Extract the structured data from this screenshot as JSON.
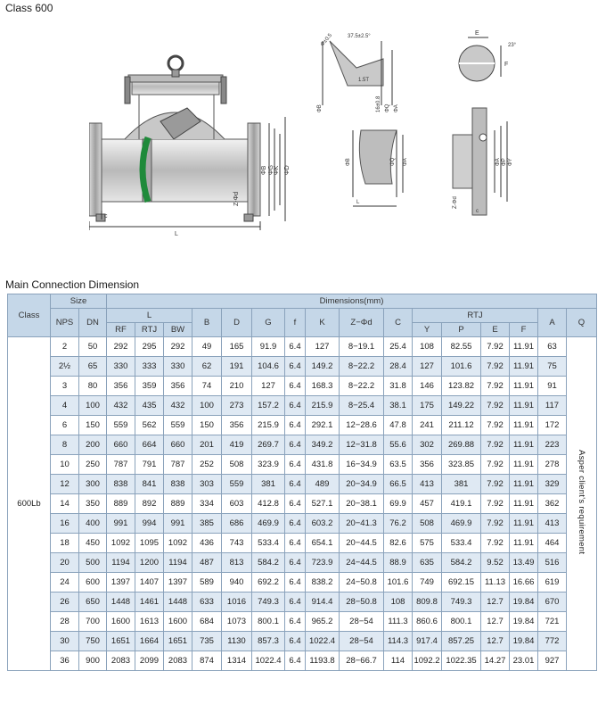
{
  "page_title": "Class 600",
  "drawing": {
    "labels": {
      "c": "c",
      "L_main": "L",
      "fd": "Z-Φd",
      "side_labels": [
        "ΦB",
        "ΦG",
        "ΦK",
        "ΦD"
      ],
      "angle": "37.5±2.5°",
      "angle_b": "Φ±0.5",
      "t": "1.5T",
      "dim_16": "16±0.8",
      "phiQ": "ΦQ",
      "phiA": "ΦA",
      "phiB2": "ΦB",
      "E": "E",
      "F": "F",
      "deg23": "23°",
      "L_bw": "L",
      "phiB3": "ΦB",
      "phiQ3": "ΦQ",
      "phiA3": "ΦA",
      "c2": "c",
      "fd2": "Z-Φd",
      "rtj": [
        "ΦA",
        "ΦP",
        "ΦY"
      ]
    }
  },
  "section_title": "Main Connection Dimension",
  "table": {
    "header": {
      "class": "Class",
      "size": "Size",
      "dimensions": "Dimensions(mm)",
      "nps": "NPS",
      "dn": "DN",
      "L": "L",
      "rf": "RF",
      "rtj_l": "RTJ",
      "bw": "BW",
      "B": "B",
      "D": "D",
      "G": "G",
      "f": "f",
      "K": "K",
      "zd": "Z−Φd",
      "C": "C",
      "rtj": "RTJ",
      "Y": "Y",
      "P": "P",
      "E": "E",
      "F": "F",
      "A": "A",
      "Q": "Q"
    },
    "class_value": "600Lb",
    "q_value": "Asper client's requirement",
    "rows": [
      [
        "2",
        "50",
        "292",
        "295",
        "292",
        "49",
        "165",
        "91.9",
        "6.4",
        "127",
        "8−19.1",
        "25.4",
        "108",
        "82.55",
        "7.92",
        "11.91",
        "63"
      ],
      [
        "2½",
        "65",
        "330",
        "333",
        "330",
        "62",
        "191",
        "104.6",
        "6.4",
        "149.2",
        "8−22.2",
        "28.4",
        "127",
        "101.6",
        "7.92",
        "11.91",
        "75"
      ],
      [
        "3",
        "80",
        "356",
        "359",
        "356",
        "74",
        "210",
        "127",
        "6.4",
        "168.3",
        "8−22.2",
        "31.8",
        "146",
        "123.82",
        "7.92",
        "11.91",
        "91"
      ],
      [
        "4",
        "100",
        "432",
        "435",
        "432",
        "100",
        "273",
        "157.2",
        "6.4",
        "215.9",
        "8−25.4",
        "38.1",
        "175",
        "149.22",
        "7.92",
        "11.91",
        "117"
      ],
      [
        "6",
        "150",
        "559",
        "562",
        "559",
        "150",
        "356",
        "215.9",
        "6.4",
        "292.1",
        "12−28.6",
        "47.8",
        "241",
        "211.12",
        "7.92",
        "11.91",
        "172"
      ],
      [
        "8",
        "200",
        "660",
        "664",
        "660",
        "201",
        "419",
        "269.7",
        "6.4",
        "349.2",
        "12−31.8",
        "55.6",
        "302",
        "269.88",
        "7.92",
        "11.91",
        "223"
      ],
      [
        "10",
        "250",
        "787",
        "791",
        "787",
        "252",
        "508",
        "323.9",
        "6.4",
        "431.8",
        "16−34.9",
        "63.5",
        "356",
        "323.85",
        "7.92",
        "11.91",
        "278"
      ],
      [
        "12",
        "300",
        "838",
        "841",
        "838",
        "303",
        "559",
        "381",
        "6.4",
        "489",
        "20−34.9",
        "66.5",
        "413",
        "381",
        "7.92",
        "11.91",
        "329"
      ],
      [
        "14",
        "350",
        "889",
        "892",
        "889",
        "334",
        "603",
        "412.8",
        "6.4",
        "527.1",
        "20−38.1",
        "69.9",
        "457",
        "419.1",
        "7.92",
        "11.91",
        "362"
      ],
      [
        "16",
        "400",
        "991",
        "994",
        "991",
        "385",
        "686",
        "469.9",
        "6.4",
        "603.2",
        "20−41.3",
        "76.2",
        "508",
        "469.9",
        "7.92",
        "11.91",
        "413"
      ],
      [
        "18",
        "450",
        "1092",
        "1095",
        "1092",
        "436",
        "743",
        "533.4",
        "6.4",
        "654.1",
        "20−44.5",
        "82.6",
        "575",
        "533.4",
        "7.92",
        "11.91",
        "464"
      ],
      [
        "20",
        "500",
        "1194",
        "1200",
        "1194",
        "487",
        "813",
        "584.2",
        "6.4",
        "723.9",
        "24−44.5",
        "88.9",
        "635",
        "584.2",
        "9.52",
        "13.49",
        "516"
      ],
      [
        "24",
        "600",
        "1397",
        "1407",
        "1397",
        "589",
        "940",
        "692.2",
        "6.4",
        "838.2",
        "24−50.8",
        "101.6",
        "749",
        "692.15",
        "11.13",
        "16.66",
        "619"
      ],
      [
        "26",
        "650",
        "1448",
        "1461",
        "1448",
        "633",
        "1016",
        "749.3",
        "6.4",
        "914.4",
        "28−50.8",
        "108",
        "809.8",
        "749.3",
        "12.7",
        "19.84",
        "670"
      ],
      [
        "28",
        "700",
        "1600",
        "1613",
        "1600",
        "684",
        "1073",
        "800.1",
        "6.4",
        "965.2",
        "28−54",
        "111.3",
        "860.6",
        "800.1",
        "12.7",
        "19.84",
        "721"
      ],
      [
        "30",
        "750",
        "1651",
        "1664",
        "1651",
        "735",
        "1130",
        "857.3",
        "6.4",
        "1022.4",
        "28−54",
        "114.3",
        "917.4",
        "857.25",
        "12.7",
        "19.84",
        "772"
      ],
      [
        "36",
        "900",
        "2083",
        "2099",
        "2083",
        "874",
        "1314",
        "1022.4",
        "6.4",
        "1193.8",
        "28−66.7",
        "114",
        "1092.2",
        "1022.35",
        "14.27",
        "23.01",
        "927"
      ]
    ]
  }
}
